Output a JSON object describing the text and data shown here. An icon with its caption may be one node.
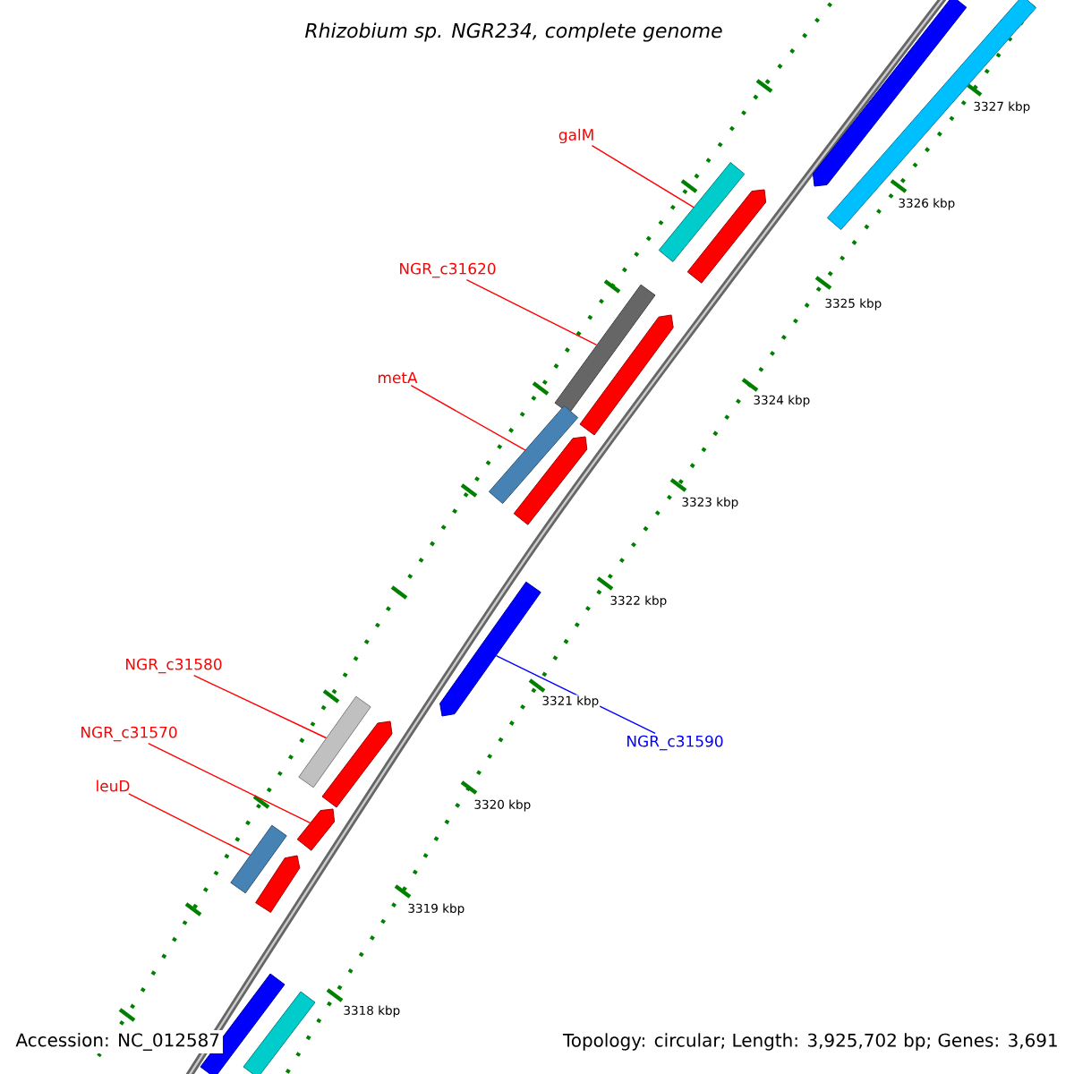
{
  "diagram": {
    "title": "Rhizobium sp. NGR234, complete genome",
    "nodes": [
      {
        "text": [
          "galM"
        ]
      },
      {
        "text": [
          "NGR_c31620"
        ]
      },
      {
        "text": [
          "metA"
        ]
      },
      {
        "text": [
          "NGR_c31580"
        ]
      },
      {
        "text": [
          "NGR_c31570"
        ]
      },
      {
        "text": [
          "NGR_c31590"
        ]
      },
      {
        "text": [
          "leuD"
        ]
      },
      {
        "text": [],
        "shape": "arrow"
      },
      {
        "text": [],
        "shape": "bar"
      },
      {
        "text": [],
        "shape": "bar"
      },
      {
        "text": [],
        "shape": "arrow"
      },
      {
        "text": [],
        "shape": "bar"
      },
      {
        "text": [],
        "shape": "arrow"
      },
      {
        "text": [],
        "shape": "bar"
      },
      {
        "text": [],
        "shape": "arrow"
      },
      {
        "text": [],
        "shape": "arrow"
      },
      {
        "text": [],
        "shape": "bar"
      },
      {
        "text": [],
        "shape": "arrow"
      },
      {
        "text": [],
        "shape": "arrow"
      },
      {
        "text": [],
        "shape": "bar"
      },
      {
        "text": [],
        "shape": "arrow"
      },
      {
        "text": [],
        "shape": "bar"
      },
      {
        "text": [],
        "shape": "bar"
      }
    ],
    "edges": [
      {
        "from": 0,
        "to": 9,
        "arrow": "none"
      },
      {
        "from": 1,
        "to": 11,
        "arrow": "none"
      },
      {
        "from": 2,
        "to": 13,
        "arrow": "none"
      },
      {
        "from": 3,
        "to": 16,
        "arrow": "none"
      },
      {
        "from": 4,
        "to": 18,
        "arrow": "none"
      },
      {
        "from": 5,
        "to": 15,
        "arrow": "none",
        "color": "#0000ff"
      },
      {
        "from": 6,
        "to": 19,
        "arrow": "none"
      }
    ],
    "labels": [
      "3327 kbp",
      "3326 kbp",
      "3325 kbp",
      "3324 kbp",
      "3323 kbp",
      "3322 kbp",
      "3321 kbp",
      "3320 kbp",
      "3319 kbp",
      "3318 kbp",
      "Accession: NC_012587",
      "Topology: circular; Length: 3,925,702 bp; Genes: 3,691"
    ]
  }
}
